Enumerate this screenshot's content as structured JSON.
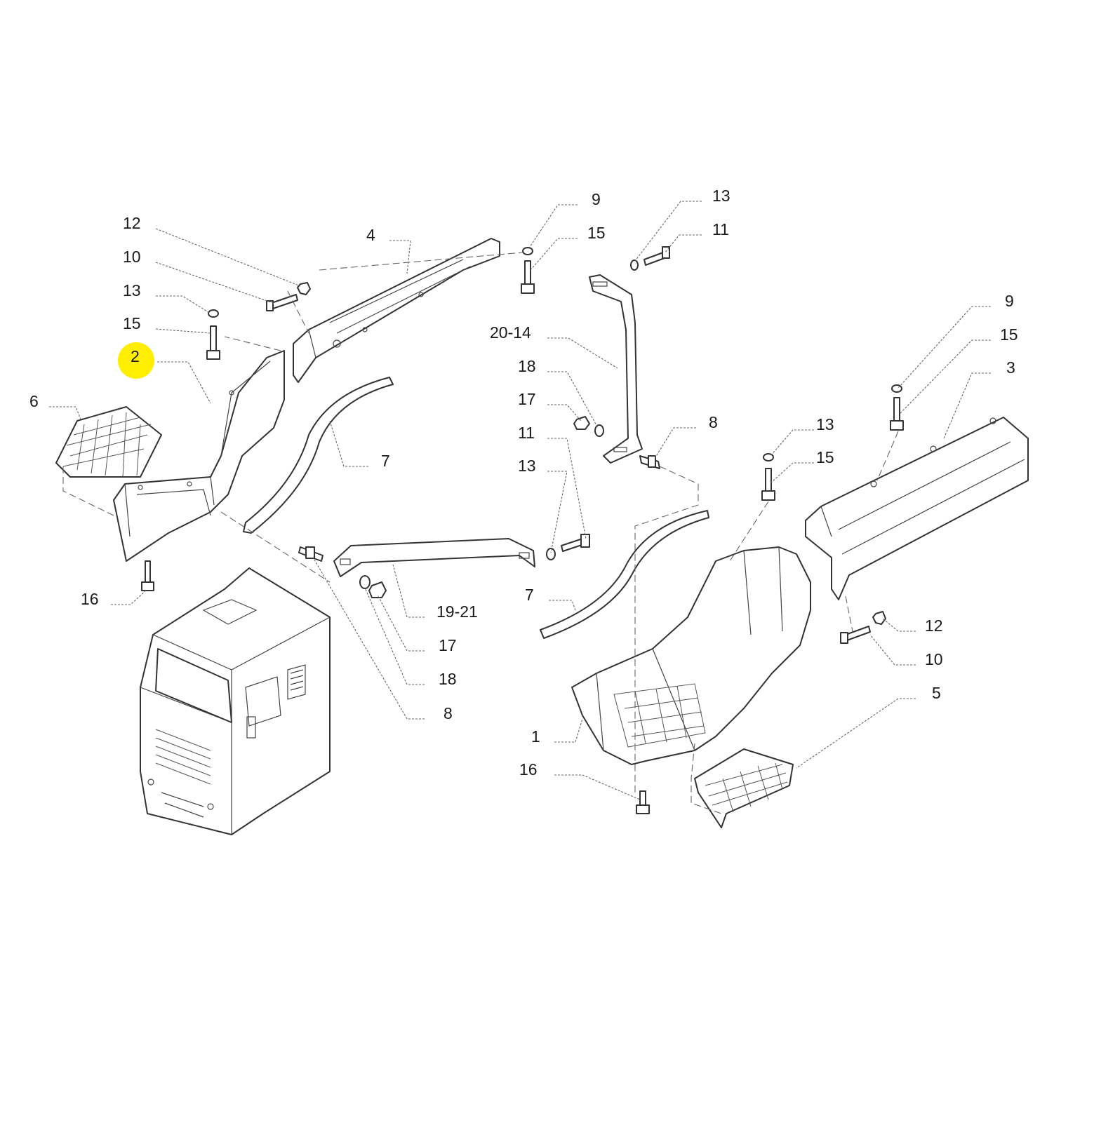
{
  "highlight_color": "#ffee00",
  "callouts": {
    "l_12_top": "12",
    "l_10_top": "10",
    "l_13_left": "13",
    "l_15_left": "15",
    "l_2": "2",
    "l_6": "6",
    "l_16_left": "16",
    "l_4": "4",
    "l_7_mid": "7",
    "l_9_top": "9",
    "l_15_top": "15",
    "l_13_top": "13",
    "l_11_top": "11",
    "l_20_14": "20-14",
    "l_18_mid": "18",
    "l_17_mid": "17",
    "l_11_mid": "11",
    "l_13_mid": "13",
    "l_8_right": "8",
    "l_19_21": "19-21",
    "l_17_low": "17",
    "l_18_low": "18",
    "l_8_low": "8",
    "l_9_right": "9",
    "l_15_right": "15",
    "l_3": "3",
    "l_13_right": "13",
    "l_15_right2": "15",
    "l_7_right": "7",
    "l_12_right": "12",
    "l_10_right": "10",
    "l_5": "5",
    "l_1": "1",
    "l_16_right": "16"
  }
}
